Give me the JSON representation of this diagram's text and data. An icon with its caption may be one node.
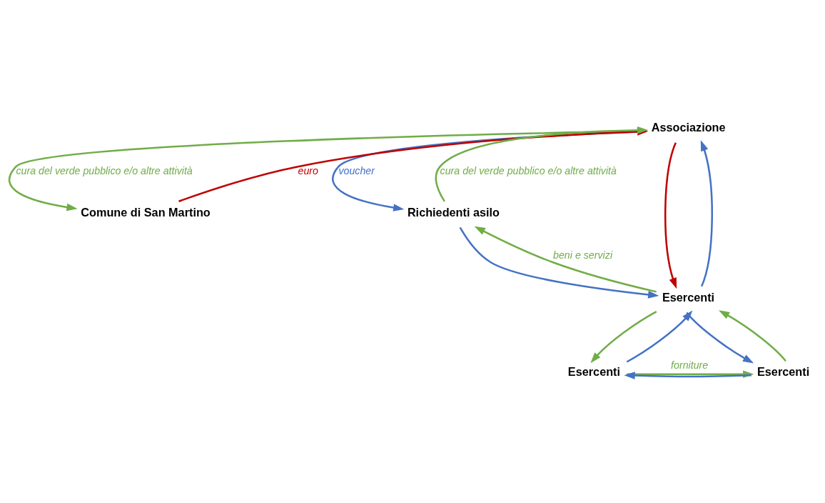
{
  "diagram": {
    "nodes": [
      {
        "text": [
          "Associazione"
        ]
      },
      {
        "text": [
          "Comune di San Martino"
        ]
      },
      {
        "text": [
          "Richiedenti asilo"
        ]
      },
      {
        "text": [
          "Esercenti"
        ]
      },
      {
        "text": [
          "Esercenti"
        ]
      },
      {
        "text": [
          "Esercenti"
        ]
      }
    ],
    "edges": [
      {
        "from": 0,
        "to": 1,
        "arrow": "to",
        "label": "cura del verde pubblico e/o altre attività",
        "color": "#70ad47"
      },
      {
        "from": 1,
        "to": 0,
        "arrow": "to",
        "label": "euro",
        "color": "#c00000"
      },
      {
        "from": 0,
        "to": 3,
        "arrow": "to",
        "color": "#c00000"
      },
      {
        "from": 3,
        "to": 0,
        "arrow": "to",
        "color": "#4472c4"
      },
      {
        "from": 0,
        "to": 2,
        "arrow": "to",
        "label": "voucher",
        "color": "#4472c4"
      },
      {
        "from": 2,
        "to": 0,
        "arrow": "to",
        "label": "cura del verde pubblico e/o altre attività",
        "color": "#70ad47"
      },
      {
        "from": 2,
        "to": 3,
        "arrow": "to",
        "color": "#4472c4"
      },
      {
        "from": 3,
        "to": 2,
        "arrow": "to",
        "label": "beni e servizi",
        "color": "#70ad47"
      },
      {
        "from": 3,
        "to": 4,
        "arrow": "to",
        "color": "#70ad47"
      },
      {
        "from": 4,
        "to": 3,
        "arrow": "to",
        "color": "#4472c4"
      },
      {
        "from": 3,
        "to": 5,
        "arrow": "to",
        "color": "#4472c4"
      },
      {
        "from": 5,
        "to": 3,
        "arrow": "to",
        "color": "#70ad47"
      },
      {
        "from": 5,
        "to": 4,
        "arrow": "to",
        "color": "#4472c4"
      },
      {
        "from": 4,
        "to": 5,
        "arrow": "to",
        "label": "forniture",
        "color": "#70ad47"
      }
    ]
  }
}
